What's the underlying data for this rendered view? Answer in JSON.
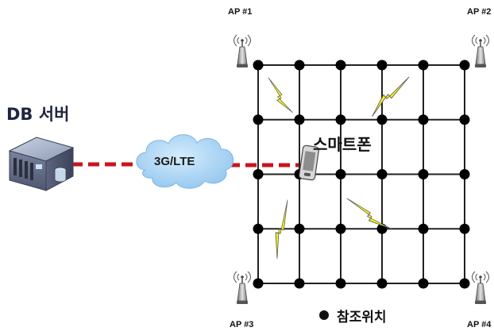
{
  "labels": {
    "db_server": "DB 서버",
    "network": "3G/LTE",
    "smartphone": "스마트폰",
    "reference_point": "참조위치",
    "ap1": "AP #1",
    "ap2": "AP #2",
    "ap3": "AP #3",
    "ap4": "AP #4"
  },
  "icons": {
    "server": "server-icon",
    "cloud": "cloud-icon",
    "phone": "smartphone-icon",
    "access_point": "antenna-icon",
    "signal": "lightning-bolt-icon",
    "reference_marker": "black-dot-icon"
  },
  "colors": {
    "link": "#c8141e",
    "cloud_fill": "#a8d4f5",
    "grid": "#222222",
    "bolt": "#f2f21a",
    "label_dark": "#1f2440"
  },
  "grid": {
    "columns": 6,
    "rows": 5
  }
}
